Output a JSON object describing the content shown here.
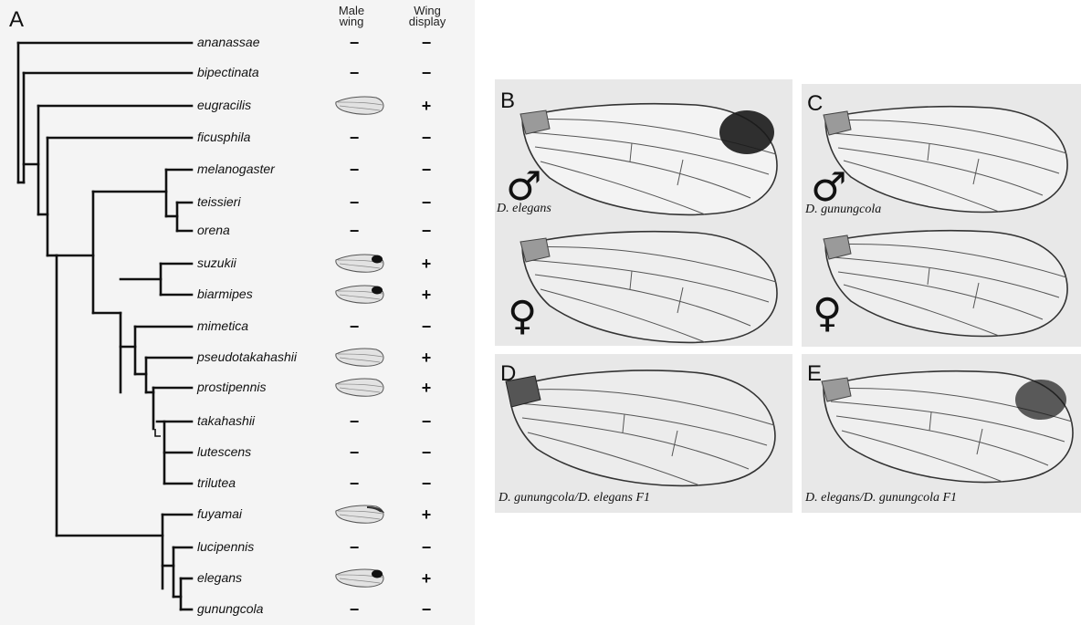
{
  "panel_a": {
    "letter": "A",
    "column_headers": {
      "male_wing_line1": "Male",
      "male_wing_line2": "wing",
      "wing_display_line1": "Wing",
      "wing_display_line2": "display"
    },
    "taxa": [
      {
        "name": "ananassae",
        "male_wing": "−",
        "wing_display": "−",
        "wing_spot": "none"
      },
      {
        "name": "bipectinata",
        "male_wing": "−",
        "wing_display": "−",
        "wing_spot": "none"
      },
      {
        "name": "eugracilis",
        "male_wing": "wing-image",
        "wing_display": "+",
        "wing_spot": "none"
      },
      {
        "name": "ficusphila",
        "male_wing": "−",
        "wing_display": "−",
        "wing_spot": "none"
      },
      {
        "name": "melanogaster",
        "male_wing": "−",
        "wing_display": "−",
        "wing_spot": "none"
      },
      {
        "name": "teissieri",
        "male_wing": "−",
        "wing_display": "−",
        "wing_spot": "none"
      },
      {
        "name": "orena",
        "male_wing": "−",
        "wing_display": "−",
        "wing_spot": "none"
      },
      {
        "name": "suzukii",
        "male_wing": "wing-image",
        "wing_display": "+",
        "wing_spot": "apical"
      },
      {
        "name": "biarmipes",
        "male_wing": "wing-image",
        "wing_display": "+",
        "wing_spot": "apical"
      },
      {
        "name": "mimetica",
        "male_wing": "−",
        "wing_display": "−",
        "wing_spot": "none"
      },
      {
        "name": "pseudotakahashii",
        "male_wing": "wing-image",
        "wing_display": "+",
        "wing_spot": "none"
      },
      {
        "name": "prostipennis",
        "male_wing": "wing-image",
        "wing_display": "+",
        "wing_spot": "none"
      },
      {
        "name": "takahashii",
        "male_wing": "−",
        "wing_display": "−",
        "wing_spot": "none"
      },
      {
        "name": "lutescens",
        "male_wing": "−",
        "wing_display": "−",
        "wing_spot": "none"
      },
      {
        "name": "trilutea",
        "male_wing": "−",
        "wing_display": "−",
        "wing_spot": "none"
      },
      {
        "name": "fuyamai",
        "male_wing": "wing-image",
        "wing_display": "+",
        "wing_spot": "margin"
      },
      {
        "name": "lucipennis",
        "male_wing": "−",
        "wing_display": "−",
        "wing_spot": "none"
      },
      {
        "name": "elegans",
        "male_wing": "wing-image",
        "wing_display": "+",
        "wing_spot": "apical"
      },
      {
        "name": "gunungcola",
        "male_wing": "−",
        "wing_display": "−",
        "wing_spot": "none"
      }
    ]
  },
  "panel_b": {
    "letter": "B",
    "caption": "D. elegans",
    "male_symbol": "♂",
    "female_symbol": "♀",
    "male_spot": "apical"
  },
  "panel_c": {
    "letter": "C",
    "caption": "D. gunungcola",
    "male_symbol": "♂",
    "female_symbol": "♀",
    "male_spot": "none"
  },
  "panel_d": {
    "letter": "D",
    "caption": "D. gunungcola/D. elegans F1",
    "spot": "none"
  },
  "panel_e": {
    "letter": "E",
    "caption": "D. elegans/D. gunungcola F1",
    "spot": "apical-faint"
  }
}
